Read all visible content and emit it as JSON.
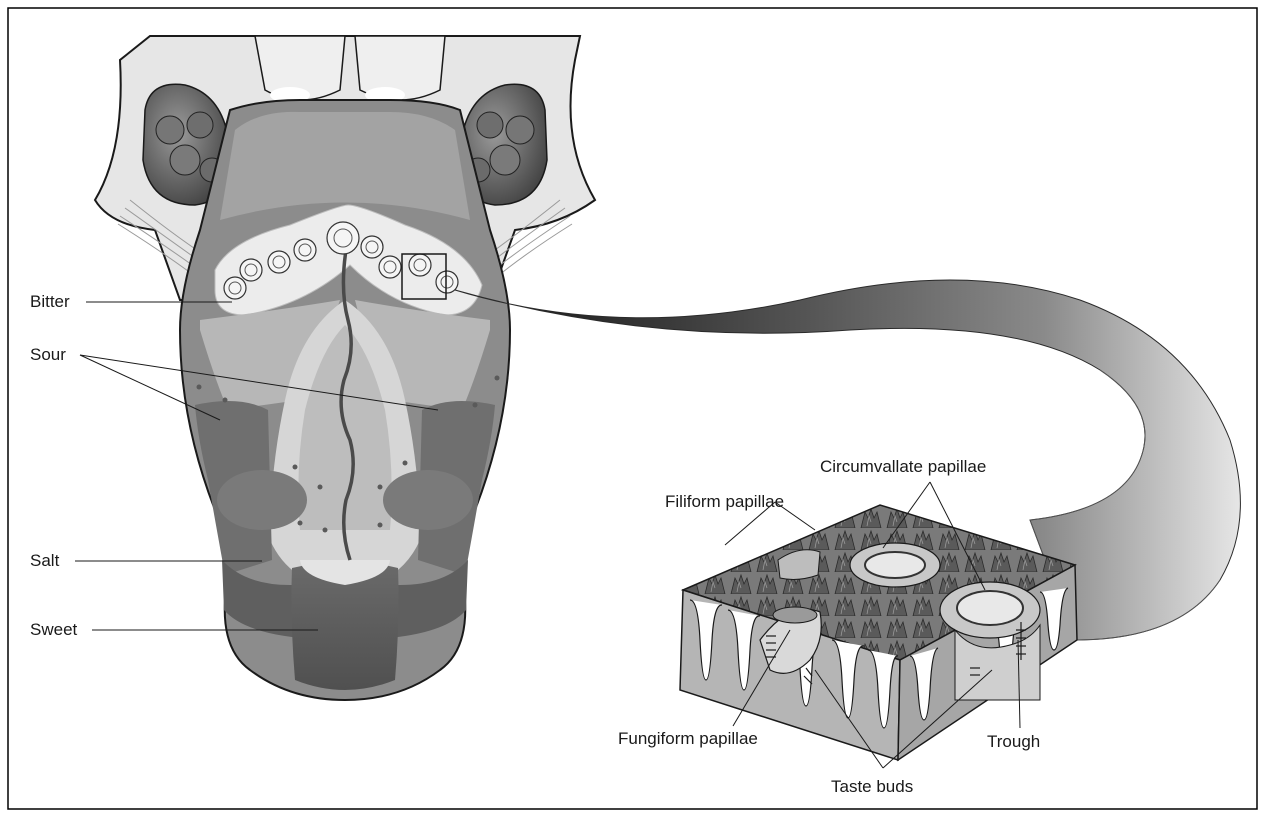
{
  "labels": {
    "bitter": "Bitter",
    "sour": "Sour",
    "salt": "Salt",
    "sweet": "Sweet",
    "circumvallate": "Circumvallate papillae",
    "filiform": "Filiform papillae",
    "fungiform": "Fungiform papillae",
    "taste_buds": "Taste buds",
    "trough": "Trough"
  },
  "palette": {
    "line": "#1a1a1a",
    "tongue_base": "#8c8c8c",
    "tongue_light": "#d4d4d4",
    "tongue_dark": "#5f5f5f",
    "gland": "#6a6a6a",
    "band_light": "#ececec"
  }
}
